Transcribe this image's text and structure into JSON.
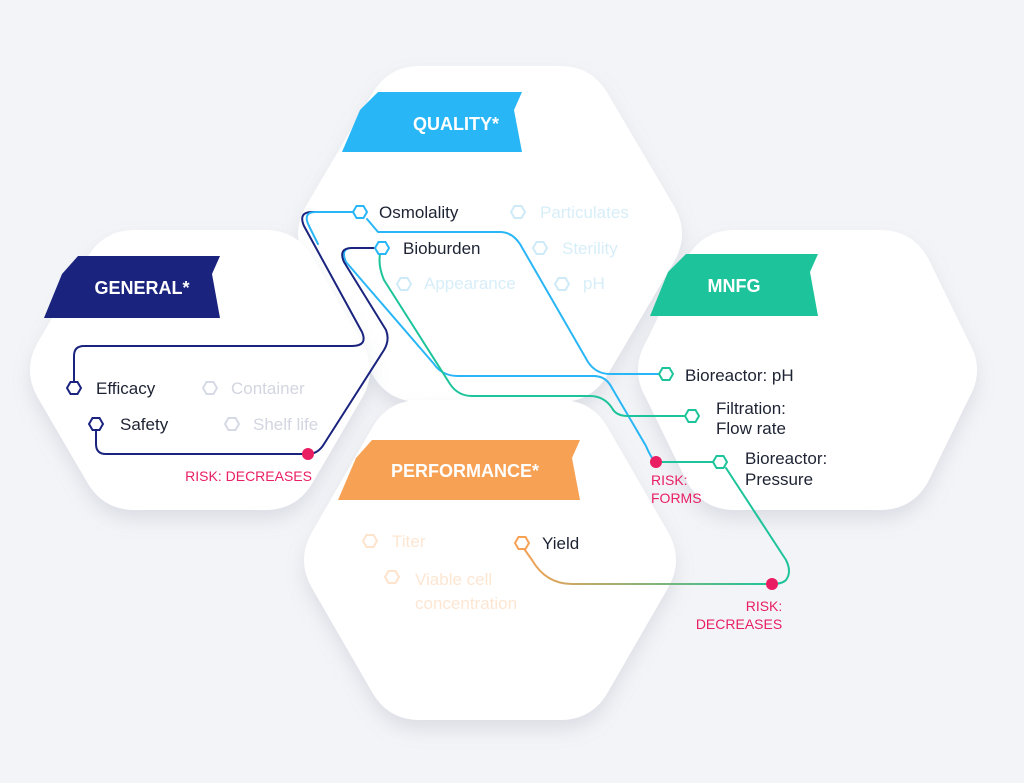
{
  "categories": {
    "quality": "QUALITY*",
    "general": "GENERAL*",
    "mnfg": "MNFG",
    "performance": "PERFORMANCE*"
  },
  "nodes": {
    "osmolality": "Osmolality",
    "bioburden": "Bioburden",
    "particulates": "Particulates",
    "sterility": "Sterility",
    "appearance": "Appearance",
    "ph": "pH",
    "efficacy": "Efficacy",
    "safety": "Safety",
    "container": "Container",
    "shelf_life": "Shelf life",
    "bioreactor_ph": "Bioreactor: pH",
    "filtration_1": "Filtration:",
    "filtration_2": "Flow rate",
    "bioreactor_pressure_1": "Bioreactor:",
    "bioreactor_pressure_2": "Pressure",
    "titer": "Titer",
    "yield": "Yield",
    "viable_1": "Viable cell",
    "viable_2": "concentration"
  },
  "risks": {
    "general_decreases": "RISK: DECREASES",
    "forms_1": "RISK:",
    "forms_2": "FORMS",
    "decreases_1": "RISK:",
    "decreases_2": "DECREASES"
  },
  "colors": {
    "background": "#f3f4f7",
    "quality": "#29b6f6",
    "general": "#1a237e",
    "mnfg": "#1dc49b",
    "performance": "#f7a155",
    "risk": "#e91e63",
    "text": "#1d2333",
    "faded": "#c8ccd8"
  }
}
